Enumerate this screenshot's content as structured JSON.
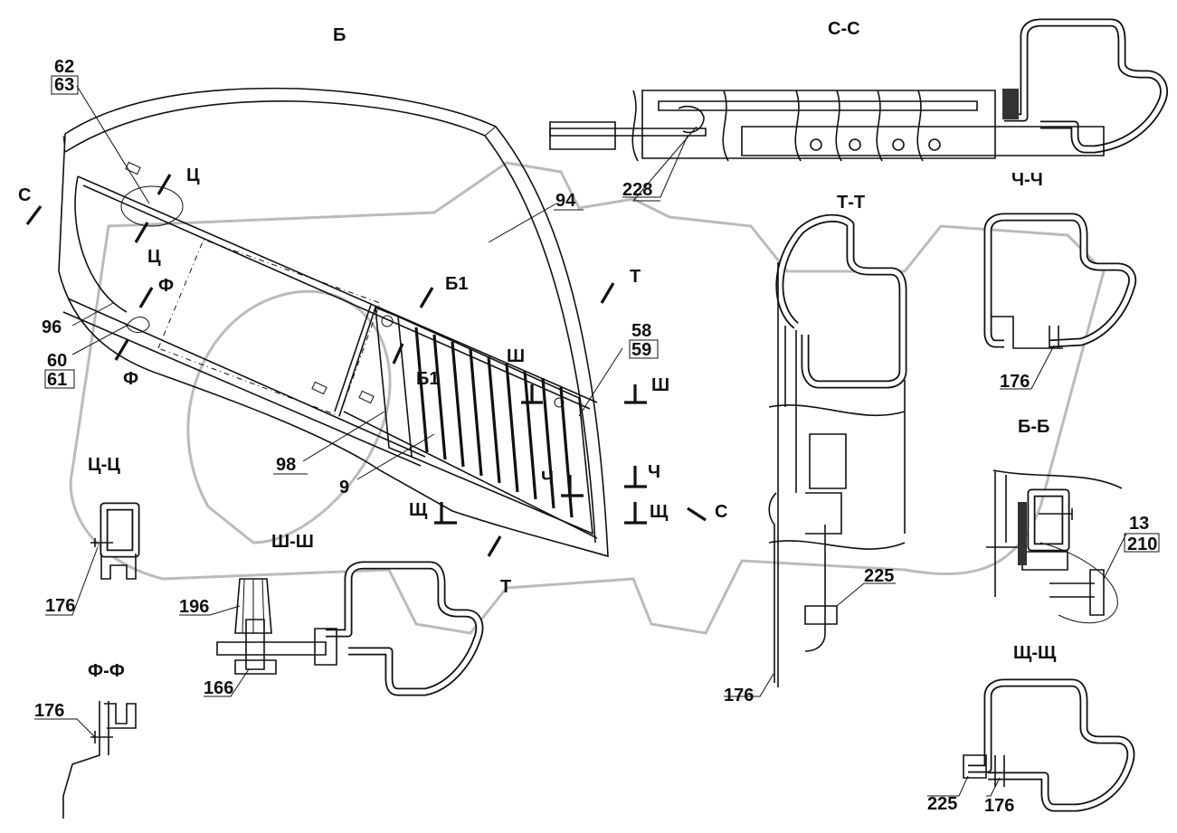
{
  "views": {
    "main": "Б",
    "cc": "С-С",
    "tt": "Т-Т",
    "chch": "Ч-Ч",
    "bb": "Б-Б",
    "tsts": "Ц-Ц",
    "shsh": "Ш-Ш",
    "ff": "Ф-Ф",
    "shchshch": "Щ-Щ"
  },
  "cut_marks": {
    "ts": "Ц",
    "c": "С",
    "f": "Ф",
    "b1": "Б1",
    "t": "Т",
    "sh": "Ш",
    "ch": "Ч",
    "shch": "Щ"
  },
  "callouts": {
    "p62": "62",
    "p63": "63",
    "p94": "94",
    "p96": "96",
    "p60": "60",
    "p61": "61",
    "p58": "58",
    "p59": "59",
    "p98": "98",
    "p9": "9",
    "p228": "228",
    "p176": "176",
    "p225": "225",
    "p13": "13",
    "p210": "210",
    "p196": "196",
    "p166": "166"
  }
}
